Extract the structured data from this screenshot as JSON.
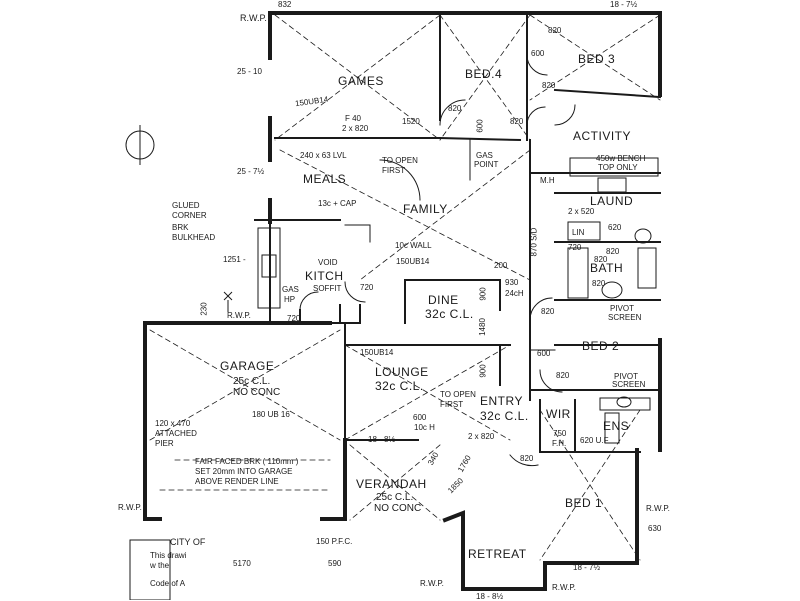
{
  "rooms": {
    "games": "GAMES",
    "bed4": "BED.4",
    "bed3": "BED 3",
    "activity": "ACTIVITY",
    "meals": "MEALS",
    "family": "FAMILY",
    "laund": "LAUND",
    "kitch": "KITCH",
    "bath": "BATH",
    "dine": "DINE",
    "dine_ceiling": "32c C.L.",
    "garage": "GARAGE",
    "garage_ceiling": "25c C.L.",
    "garage_floor": "NO CONC",
    "lounge": "LOUNGE",
    "lounge_ceiling": "32c C.L.",
    "entry": "ENTRY",
    "entry_ceiling": "32c C.L.",
    "bed2": "BED 2",
    "wir": "WIR",
    "ens": "ENS",
    "verandah": "VERANDAH",
    "verandah_ceiling": "25c C.L.",
    "verandah_floor": "NO CONC",
    "bed1": "BED 1",
    "retreat": "RETREAT"
  },
  "notes": {
    "rwp": "R.W.P.",
    "beam_games": "150UB14",
    "f40": "F 40",
    "f40_width": "2 x 820",
    "lvl": "240 x 63 LVL",
    "to_open_first": "TO OPEN",
    "to_open_first_2": "FIRST",
    "gas_point": "GAS",
    "gas_point_2": "POINT",
    "bench_450": "450w BENCH",
    "bench_450_2": "TOP ONLY",
    "mh": "M.H",
    "glued_corner": "GLUED",
    "glued_corner_2": "CORNER",
    "brk_bulkhead": "BRK",
    "brk_bulkhead_2": "BULKHEAD",
    "cap": "13c + CAP",
    "wall_10c": "10c WALL",
    "void": "VOID",
    "beam_kitch": "150UB14",
    "soffit": "SOFFIT",
    "gas_hp": "GAS",
    "gas_hp_2": "HP",
    "lin": "LIN",
    "counter_24": "24cH",
    "pivot_screen": "PIVOT",
    "pivot_screen_2": "SCREEN",
    "beam_lounge": "150UB14",
    "beam_garage": "180 UB 16",
    "pier": "120 x 470",
    "pier_2": "ATTACHED",
    "pier_3": "PIER",
    "entry_open": "TO OPEN",
    "entry_open_2": "FIRST",
    "entry_width": "2 x 820",
    "wall_10h": "10c H",
    "fh": "F.H.",
    "face_brk": "FAIR FACED BRK ( 110mm )",
    "face_brk_2": "SET 20mm INTO GARAGE",
    "face_brk_3": "ABOVE RENDER LINE",
    "pfc": "150 P.F.C.",
    "city_of": "CITY OF",
    "this_draw": "This drawi",
    "w_the": "w the",
    "code_of": "Code of A",
    "fin": "630"
  },
  "dims": {
    "d832": "832",
    "d25_10": "25 - 10",
    "d25_7": "25 - 7½",
    "d1251": "1251 -",
    "d230": "230",
    "d1520": "1520",
    "d820_a": "820",
    "d820_b": "820",
    "d820_c": "820",
    "d820_d": "820",
    "d820_e": "820",
    "d820_f": "820",
    "d820_g": "820",
    "d820_h": "820",
    "d820_i": "820",
    "d820_j": "820",
    "d600_a": "600",
    "d600_b": "600",
    "d600_c": "600",
    "d600_d": "600",
    "d720_a": "720",
    "d720_b": "720",
    "d720_c": "720",
    "d620": "620",
    "d2x520": "2 x 520",
    "d870": "870 S/D",
    "d200": "200",
    "d930": "930",
    "d900_a": "900",
    "d900_b": "900",
    "d1480": "1480",
    "d18_8_a": "18 - 8½",
    "d18_8_b": "18 - 8½",
    "d18_7": "18 - 7½",
    "d18_7_b": "18 - 7½",
    "d340": "340",
    "d1760": "1760",
    "d1850": "1850",
    "d750": "750",
    "d620b": "620 U.F",
    "d5170": "5170",
    "d590": "590"
  }
}
